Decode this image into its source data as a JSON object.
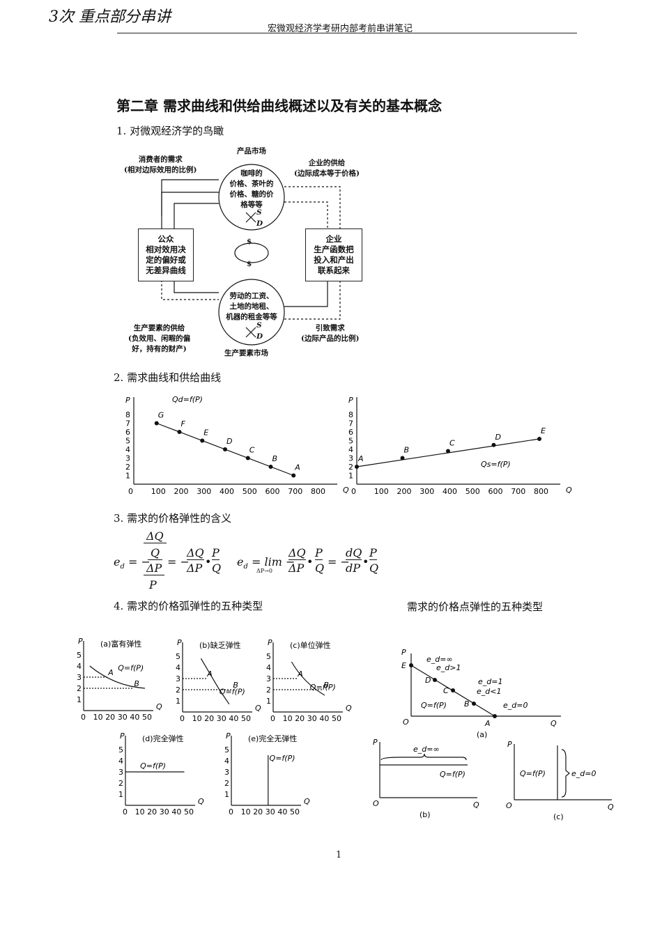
{
  "header": {
    "handwriting": "3次 重点部分串讲",
    "title": "宏微观经济学考研内部考前串讲笔记"
  },
  "chapter_title": "第二章  需求曲线和供给曲线概述以及有关的基本概念",
  "sections": {
    "s1": "1. 对微观经济学的鸟瞰",
    "s2": "2. 需求曲线和供给曲线",
    "s3": "3. 需求的价格弹性的含义",
    "s4": "4. 需求的价格弧弹性的五种类型",
    "s4b": "需求的价格点弹性的五种类型"
  },
  "diagram": {
    "product_market": "产品市场",
    "product_circle": [
      "咖啡的",
      "价格、茶叶的",
      "价格、糖的价",
      "格等等"
    ],
    "consumer_demand": [
      "消费者的需求",
      "(相对边际效用的比例)"
    ],
    "firm_supply": [
      "企业的供给",
      "(边际成本等于价格)"
    ],
    "public_box": [
      "公众",
      "相对效用决",
      "定的偏好或",
      "无差异曲线"
    ],
    "firm_box": [
      "企业",
      "生产函数把",
      "投入和产出",
      "联系起来"
    ],
    "factor_circle": [
      "劳动的工资、",
      "土地的地租、",
      "机器的租金等等"
    ],
    "factor_supply": [
      "生产要素的供给",
      "(负效用、闲暇的偏",
      "好，持有的财产)"
    ],
    "derived_demand": [
      "引致需求",
      "(边际产品的比例)"
    ],
    "factor_market": "生产要素市场",
    "S": "S",
    "D": "D",
    "dollar": "$"
  },
  "chart_data": [
    {
      "type": "line",
      "name_label": "Qd=f(P)",
      "xlabel": "Q",
      "ylabel": "P",
      "x_ticks": [
        0,
        100,
        200,
        300,
        400,
        500,
        600,
        700,
        800
      ],
      "y_ticks": [
        1,
        2,
        3,
        4,
        5,
        6,
        7,
        8
      ],
      "points": [
        {
          "label": "G",
          "x": 100,
          "y": 7
        },
        {
          "label": "F",
          "x": 200,
          "y": 6
        },
        {
          "label": "E",
          "x": 300,
          "y": 5
        },
        {
          "label": "D",
          "x": 400,
          "y": 4
        },
        {
          "label": "C",
          "x": 500,
          "y": 3
        },
        {
          "label": "B",
          "x": 600,
          "y": 2
        },
        {
          "label": "A",
          "x": 700,
          "y": 1
        }
      ]
    },
    {
      "type": "line",
      "name_label": "Qs=f(P)",
      "xlabel": "Q",
      "ylabel": "P",
      "x_ticks": [
        0,
        100,
        200,
        300,
        400,
        500,
        600,
        700,
        800
      ],
      "y_ticks": [
        1,
        2,
        3,
        4,
        5,
        6,
        7,
        8
      ],
      "points": [
        {
          "label": "A",
          "x": 0,
          "y": 2
        },
        {
          "label": "B",
          "x": 200,
          "y": 3
        },
        {
          "label": "C",
          "x": 400,
          "y": 3.8
        },
        {
          "label": "D",
          "x": 600,
          "y": 4.5
        },
        {
          "label": "E",
          "x": 800,
          "y": 5.2
        }
      ]
    }
  ],
  "arc_charts": [
    {
      "title": "(a)富有弹性",
      "curve": "Q=f(P)",
      "kind": "curve"
    },
    {
      "title": "(b)缺乏弹性",
      "curve": "Q=f(P)",
      "kind": "steep"
    },
    {
      "title": "(c)单位弹性",
      "curve": "Q=f(P)",
      "kind": "unit"
    },
    {
      "title": "(d)完全弹性",
      "curve": "Q=f(P)",
      "kind": "flat"
    },
    {
      "title": "(e)完全无弹性",
      "curve": "Q=f(P)",
      "kind": "vertical"
    }
  ],
  "small_axes": {
    "x_ticks": [
      "0",
      "10",
      "20",
      "30",
      "40",
      "50"
    ],
    "y_ticks": [
      "1",
      "2",
      "3",
      "4",
      "5"
    ],
    "P": "P",
    "Q": "Q",
    "A": "A",
    "B": "B"
  },
  "point_elasticity": {
    "a": {
      "caption": "(a)",
      "labels": [
        "e_d=∞",
        "e_d>1",
        "e_d=1",
        "e_d<1",
        "e_d=0"
      ],
      "points": [
        "E",
        "D",
        "C",
        "B",
        "A"
      ],
      "curve": "Q=f(P)",
      "O": "O",
      "P": "P",
      "Q": "Q"
    },
    "b": {
      "caption": "(b)",
      "label": "e_d=∞",
      "curve": "Q=f(P)"
    },
    "c": {
      "caption": "(c)",
      "label": "e_d=0",
      "curve": "Q=f(P)"
    }
  },
  "page_number": "1"
}
